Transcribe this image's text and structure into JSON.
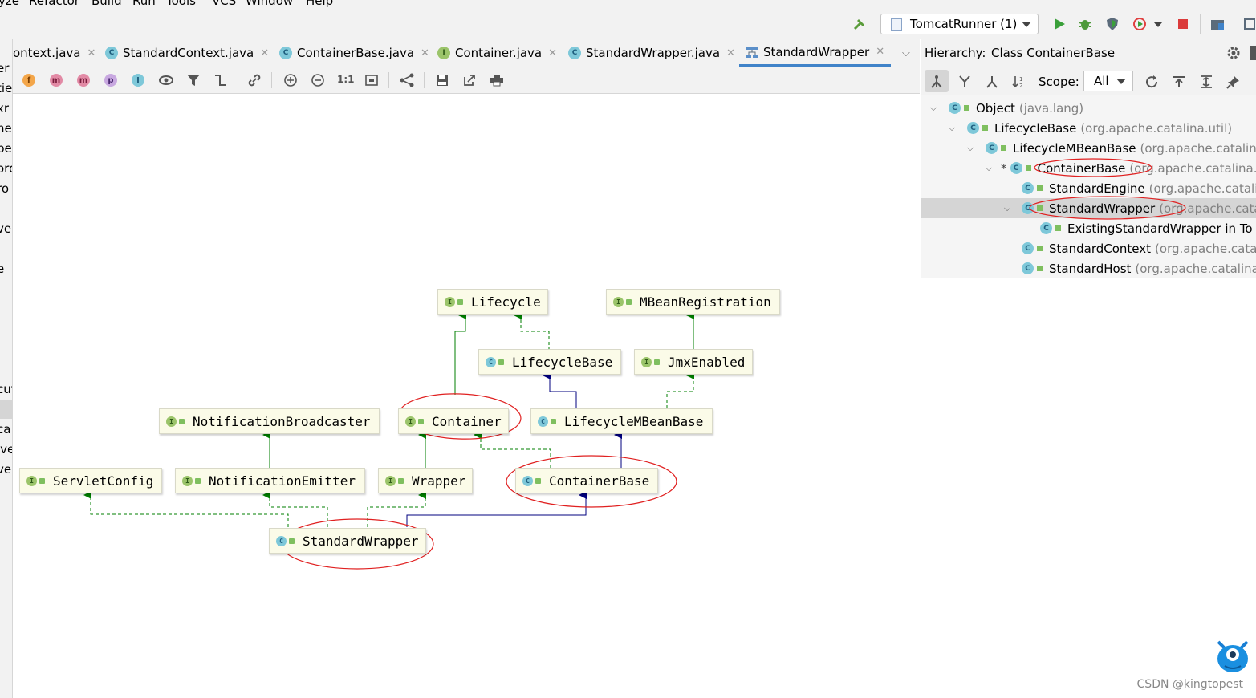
{
  "menubar": {
    "items": [
      "yze",
      "Refactor",
      "Build",
      "Run",
      "Tools",
      "VCS",
      "Window",
      "Help"
    ]
  },
  "toolbar": {
    "run_config": "TomcatRunner (1)"
  },
  "left_strip": {
    "fragments": [
      "er",
      "tie",
      "xr",
      "ne",
      "pe",
      "ord",
      "ro",
      "ve",
      "e",
      "cut",
      "ca",
      "lve",
      "ve"
    ]
  },
  "tabs": [
    {
      "label": "ontext.java",
      "icon": "class-icon"
    },
    {
      "label": "StandardContext.java",
      "icon": "class-icon"
    },
    {
      "label": "ContainerBase.java",
      "icon": "class-icon"
    },
    {
      "label": "Container.java",
      "icon": "interface-icon"
    },
    {
      "label": "StandardWrapper.java",
      "icon": "class-icon"
    },
    {
      "label": "StandardWrapper",
      "icon": "diagram-icon",
      "active": true
    }
  ],
  "diagram_toolbar": {
    "member_buttons": [
      "f",
      "m",
      "m",
      "p",
      "I"
    ],
    "zoom_actual": "1:1"
  },
  "diagram": {
    "nodes": [
      {
        "id": "lifecycle",
        "label": "Lifecycle",
        "kind": "interface"
      },
      {
        "id": "mbeanreg",
        "label": "MBeanRegistration",
        "kind": "interface"
      },
      {
        "id": "lifecyclebase",
        "label": "LifecycleBase",
        "kind": "abstract-class"
      },
      {
        "id": "jmxenabled",
        "label": "JmxEnabled",
        "kind": "interface"
      },
      {
        "id": "notifbroad",
        "label": "NotificationBroadcaster",
        "kind": "interface"
      },
      {
        "id": "container",
        "label": "Container",
        "kind": "interface"
      },
      {
        "id": "lifecyclembean",
        "label": "LifecycleMBeanBase",
        "kind": "abstract-class"
      },
      {
        "id": "servletconfig",
        "label": "ServletConfig",
        "kind": "interface"
      },
      {
        "id": "notifemitter",
        "label": "NotificationEmitter",
        "kind": "interface"
      },
      {
        "id": "wrapper",
        "label": "Wrapper",
        "kind": "interface"
      },
      {
        "id": "containerbase",
        "label": "ContainerBase",
        "kind": "abstract-class"
      },
      {
        "id": "standardwrapper",
        "label": "StandardWrapper",
        "kind": "class"
      }
    ]
  },
  "hierarchy": {
    "title": "Hierarchy:",
    "subtitle": "Class ContainerBase",
    "scope_label": "Scope:",
    "scope_value": "All",
    "items": [
      {
        "name": "Object",
        "pkg": "(java.lang)",
        "expanded": true
      },
      {
        "name": "LifecycleBase",
        "pkg": "(org.apache.catalina.util)",
        "expanded": true
      },
      {
        "name": "LifecycleMBeanBase",
        "pkg": "(org.apache.catalina",
        "expanded": true
      },
      {
        "name": "ContainerBase",
        "pkg": "(org.apache.catalina.",
        "expanded": true,
        "marker": "*"
      },
      {
        "name": "StandardEngine",
        "pkg": "(org.apache.catali"
      },
      {
        "name": "StandardWrapper",
        "pkg": "(org.apache.cata",
        "expanded": true,
        "selected": true
      },
      {
        "name": "ExistingStandardWrapper in To",
        "pkg": ""
      },
      {
        "name": "StandardContext",
        "pkg": "(org.apache.cata"
      },
      {
        "name": "StandardHost",
        "pkg": "(org.apache.catalina"
      }
    ]
  },
  "watermark": "CSDN @kingtopest",
  "colors": {
    "extends_edge": "#00007f",
    "implements_edge": "#007f00",
    "annotation": "#e02020",
    "accent": "#4083c9"
  }
}
